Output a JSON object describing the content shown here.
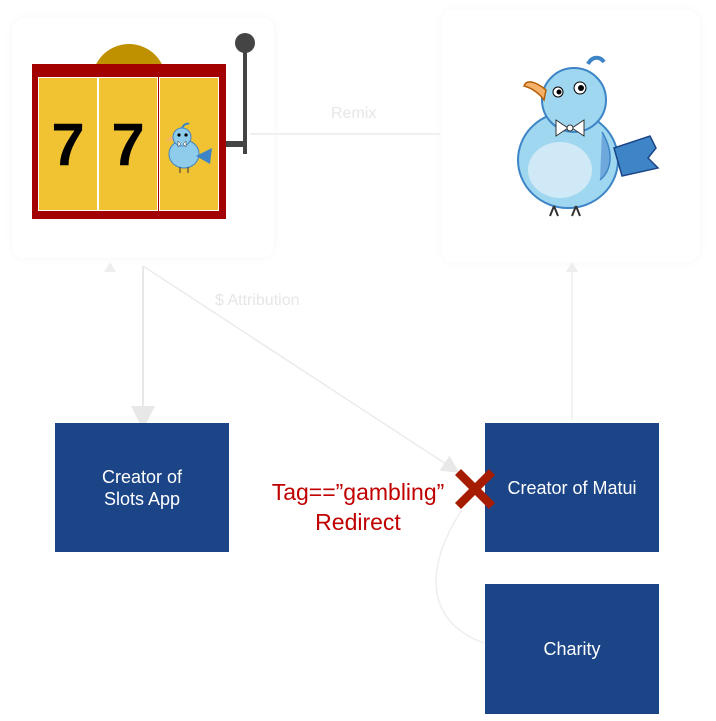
{
  "edges": {
    "remix_label": "Remix",
    "attribution_label": "$ Attribution"
  },
  "slot_machine": {
    "reel1": "7",
    "reel2": "7"
  },
  "nodes": {
    "slots_creator_line1": "Creator of",
    "slots_creator_line2": "Slots App",
    "matui_creator": "Creator of Matui",
    "charity": "Charity"
  },
  "redirect_rule": {
    "condition": "Tag==”gambling”",
    "action": "Redirect"
  },
  "colors": {
    "box": "#1c4587",
    "rule_text": "#c00000",
    "x_mark": "#a61c00",
    "slot_frame": "#a30000",
    "reel": "#f1c232"
  }
}
